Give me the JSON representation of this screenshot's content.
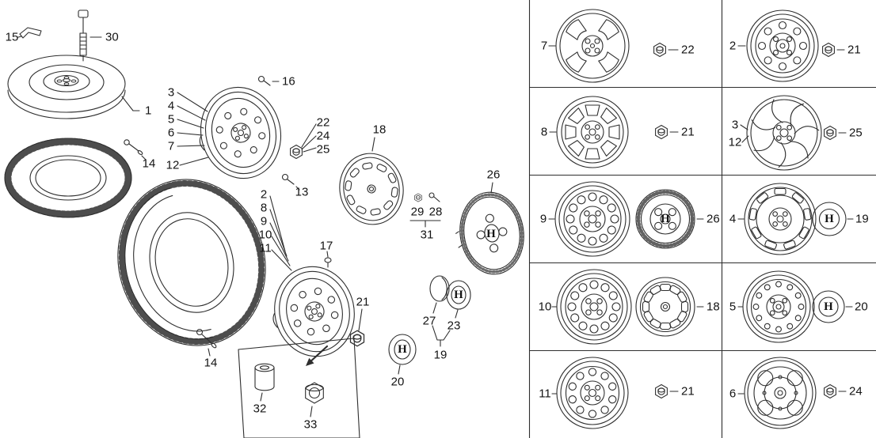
{
  "colors": {
    "background": "#ffffff",
    "ink": "#2e2e2e"
  },
  "icons": {
    "honda_logo": "H"
  },
  "diagram": {
    "callouts": [
      "15",
      "30",
      "1",
      "14",
      "3",
      "4",
      "5",
      "6",
      "7",
      "12",
      "16",
      "22",
      "24",
      "25",
      "13",
      "18",
      "2",
      "8",
      "9",
      "10",
      "11",
      "17",
      "21",
      "29",
      "28",
      "31",
      "26",
      "27",
      "23",
      "19",
      "20",
      "14",
      "32",
      "33"
    ]
  },
  "grid": {
    "cells": [
      {
        "labels": [
          "7"
        ],
        "part": "22"
      },
      {
        "labels": [
          "2"
        ],
        "part": "21"
      },
      {
        "labels": [
          "8"
        ],
        "part": "21"
      },
      {
        "labels": [
          "3",
          "12"
        ],
        "part": "25"
      },
      {
        "labels": [
          "9"
        ],
        "part": "26"
      },
      {
        "labels": [
          "4"
        ],
        "part": "19"
      },
      {
        "labels": [
          "10"
        ],
        "part": "18"
      },
      {
        "labels": [
          "5"
        ],
        "part": "20"
      },
      {
        "labels": [
          "11"
        ],
        "part": "21"
      },
      {
        "labels": [
          "6"
        ],
        "part": "24"
      }
    ]
  }
}
